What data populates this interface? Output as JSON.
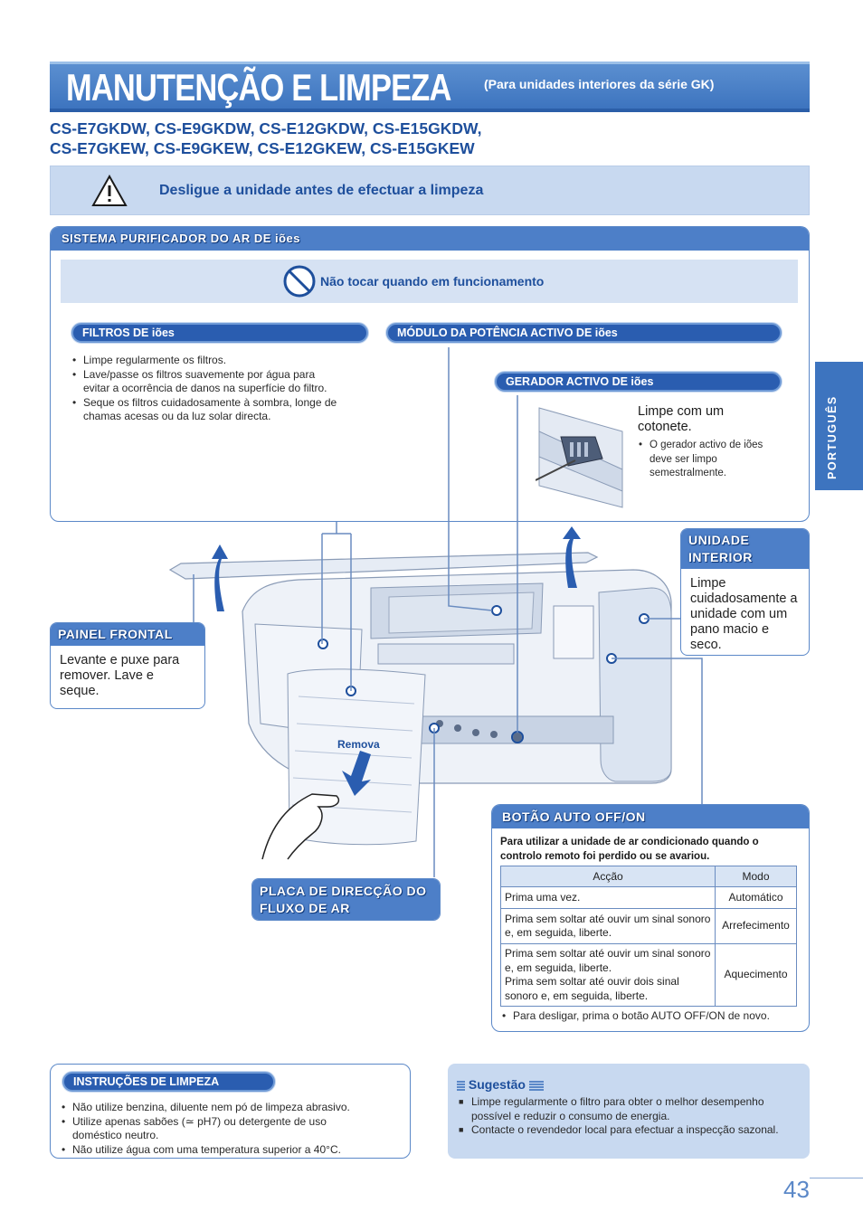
{
  "header": {
    "title": "MANUTENÇÃO E LIMPEZA",
    "subtitle": "(Para unidades interiores da série GK)"
  },
  "models": {
    "line1": "CS-E7GKDW, CS-E9GKDW, CS-E12GKDW, CS-E15GKDW,",
    "line2": "CS-E7GKEW, CS-E9GKEW, CS-E12GKEW, CS-E15GKEW"
  },
  "warning": "Desligue a unidade antes de efectuar a limpeza",
  "purifier": {
    "title": "SISTEMA PURIFICADOR DO AR DE iões",
    "no_touch": "Não tocar quando em funcionamento",
    "filters": {
      "title": "FILTROS DE iões",
      "items": [
        "Limpe regularmente os filtros.",
        "Lave/passe os filtros suavemente por água para evitar a ocorrência de danos na superfície do filtro.",
        "Seque os filtros cuidadosamente à sombra, longe de chamas acesas ou da luz solar directa."
      ]
    },
    "module": {
      "title": "MÓDULO DA POTÊNCIA ACTIVO DE iões"
    },
    "generator": {
      "title": "GERADOR ACTIVO DE iões",
      "text": "Limpe com um cotonete.",
      "items": [
        "O gerador activo de iões deve ser limpo semestralmente."
      ]
    }
  },
  "front_panel": {
    "title": "PAINEL FRONTAL",
    "text": "Levante e puxe para remover. Lave e seque."
  },
  "indoor_unit": {
    "title": "UNIDADE INTERIOR",
    "text": "Limpe cuidadosamente a unidade com um pano macio e seco."
  },
  "remove_label": "Remova",
  "airflow_plate": {
    "title": "PLACA DE DIRECÇÃO DO FLUXO DE AR"
  },
  "auto_button": {
    "title": "BOTÃO AUTO OFF/ON",
    "intro": "Para utilizar a unidade de ar condicionado quando o controlo remoto foi perdido ou se avariou.",
    "col_action": "Acção",
    "col_mode": "Modo",
    "rows": [
      {
        "action": "Prima uma vez.",
        "mode": "Automático"
      },
      {
        "action": "Prima sem soltar até ouvir um sinal sonoro e, em seguida, liberte.",
        "mode": "Arrefecimento"
      },
      {
        "action": "Prima sem soltar até ouvir um sinal sonoro e, em seguida, liberte.",
        "action2": "Prima sem soltar até ouvir dois sinal sonoro e, em seguida, liberte.",
        "mode": "Aquecimento"
      }
    ],
    "note": "Para desligar, prima o botão AUTO OFF/ON de novo."
  },
  "cleaning": {
    "title": "INSTRUÇÕES DE LIMPEZA",
    "items": [
      "Não utilize benzina, diluente nem pó de limpeza abrasivo.",
      "Utilize apenas sabões (≃ pH7) ou detergente de uso doméstico neutro.",
      "Não utilize água com uma temperatura superior a 40°C."
    ]
  },
  "tip": {
    "title": "Sugestão",
    "items": [
      "Limpe regularmente o filtro para obter o melhor desempenho possível e reduzir o consumo de energia.",
      "Contacte o revendedor local para efectuar a inspecção sazonal."
    ]
  },
  "side_tab": "PORTUGUÊS",
  "page_number": "43"
}
